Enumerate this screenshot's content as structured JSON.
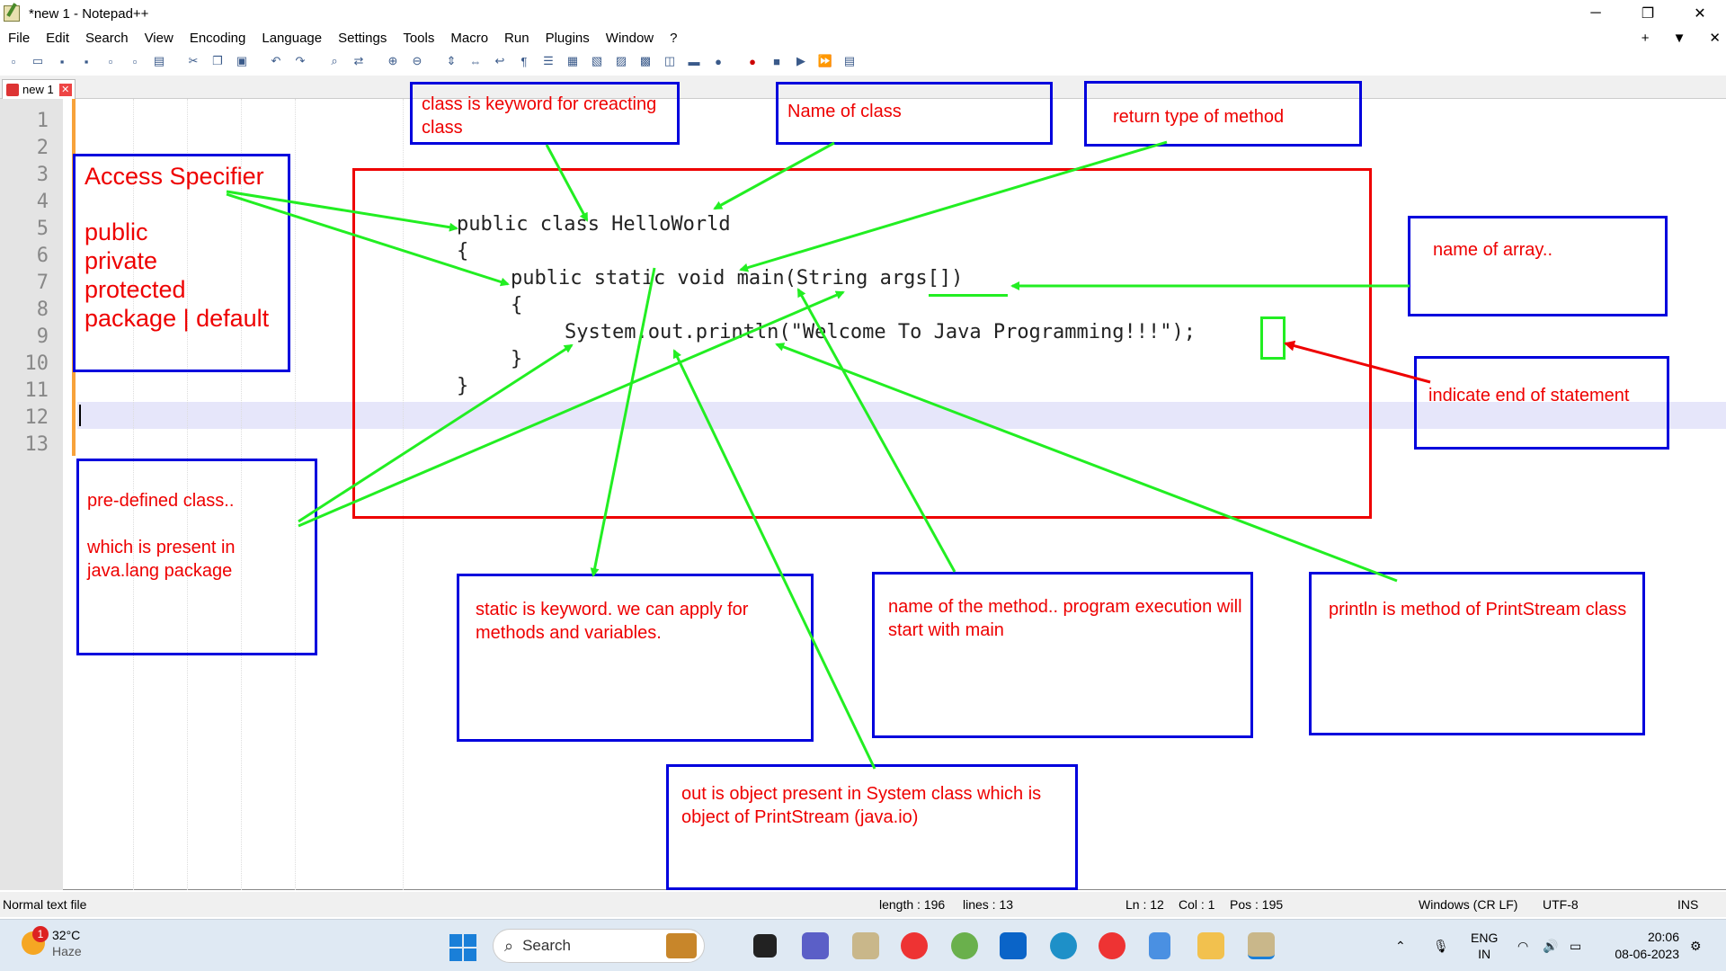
{
  "window": {
    "title": "*new 1 - Notepad++",
    "minimize": "─",
    "maximize": "❐",
    "close": "✕"
  },
  "menu": {
    "items": [
      "File",
      "Edit",
      "Search",
      "View",
      "Encoding",
      "Language",
      "Settings",
      "Tools",
      "Macro",
      "Run",
      "Plugins",
      "Window",
      "?"
    ],
    "right": [
      "+",
      "▼",
      "✕"
    ]
  },
  "tab": {
    "label": "new 1",
    "close": "✕"
  },
  "line_numbers": [
    "1",
    "2",
    "3",
    "4",
    "5",
    "6",
    "7",
    "8",
    "9",
    "10",
    "11",
    "12",
    "13"
  ],
  "code": {
    "l5": "public class HelloWorld",
    "l6": "{",
    "l7": "public static void main(String args[])",
    "l8": "{",
    "l9": "System.out.println(\"Welcome To Java Programming!!!\");",
    "l10": "}",
    "l11": "}"
  },
  "annotations": {
    "class_keyword": "class is keyword for creacting class",
    "name_of_class": "Name of class",
    "return_type": "return type of method",
    "access_title": "Access Specifier",
    "access_list": [
      "public",
      "private",
      "protected",
      "package | default"
    ],
    "name_of_array": "name of array..",
    "end_statement": "indicate end of statement",
    "predefined_1": "pre-defined class..",
    "predefined_2": "which is present in java.lang package",
    "static_kw": "static is keyword. we can apply for methods and variables.",
    "method_name": "name of the method.. program execution will start with main",
    "println": "println is method of PrintStream class",
    "out_object": "out is object present in System class which is object of PrintStream (java.io)"
  },
  "status": {
    "type": "Normal text file",
    "length": "length : 196",
    "lines": "lines : 13",
    "ln": "Ln : 12",
    "col": "Col : 1",
    "pos": "Pos : 195",
    "eol": "Windows (CR LF)",
    "enc": "UTF-8",
    "mode": "INS"
  },
  "taskbar": {
    "weather_temp": "32°C",
    "weather_desc": "Haze",
    "weather_badge": "1",
    "search_label": "Search",
    "lang_1": "ENG",
    "lang_2": "IN",
    "time": "20:06",
    "date": "08-06-2023"
  },
  "colors": {
    "annotation_red": "#e00000",
    "box_blue": "#0000dd",
    "arrow_green": "#22ee22"
  }
}
